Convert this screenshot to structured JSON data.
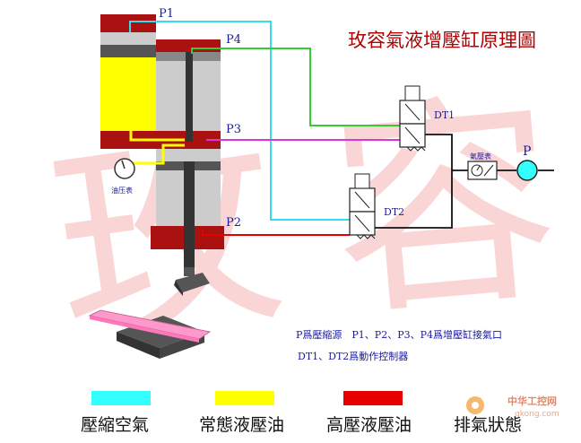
{
  "title": "玫容氣液增壓缸原理圖",
  "ports": {
    "p1": "P1",
    "p2": "P2",
    "p3": "P3",
    "p4": "P4"
  },
  "valves": {
    "dt1": "DT1",
    "dt2": "DT2"
  },
  "gauges": {
    "oil_gauge": "油压表",
    "air_gauge": "氣壓表"
  },
  "source_label": "P",
  "notes": {
    "line1": "P爲壓縮源　P1、P2、P3、P4爲增壓缸接氣口",
    "line2": "DT1、DT2爲動作控制器"
  },
  "legend": [
    {
      "label": "壓縮空氣",
      "color": "#33ffff"
    },
    {
      "label": "常態液壓油",
      "color": "#ffff00"
    },
    {
      "label": "高壓液壓油",
      "color": "#e60000"
    },
    {
      "label": "排氣狀態",
      "color": "#ffffff"
    }
  ],
  "watermark": {
    "chars": "玫容",
    "site": "中华工控网",
    "url": "gkong.com"
  },
  "colors": {
    "air_line": "#33ddee",
    "p4_line": "#33cc33",
    "p3_line": "#dd33dd",
    "p2_line": "#e60000",
    "oil": "#ffff00",
    "high_pressure": "#aa1111",
    "cylinder_gray": "#cccccc",
    "title": "#b00000",
    "notes": "#1a1aa0"
  }
}
